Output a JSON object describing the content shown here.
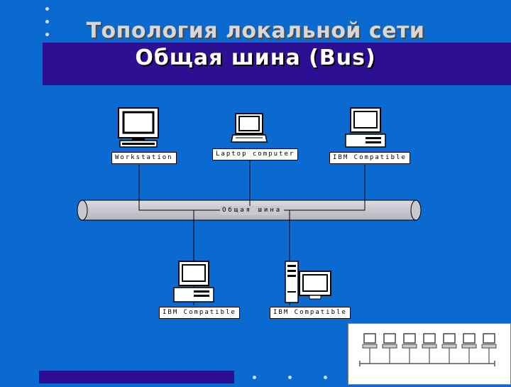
{
  "slide": {
    "title": "Топология локальной сети",
    "subtitle": "Общая шина (Bus)"
  },
  "diagram": {
    "bus_label": "Общая шина",
    "nodes": [
      {
        "id": "workstation",
        "label": "Workstation",
        "icon": "workstation-icon"
      },
      {
        "id": "laptop",
        "label": "Laptop computer",
        "icon": "laptop-icon"
      },
      {
        "id": "ibm-top",
        "label": "IBM Compatible",
        "icon": "desktop-pc-icon"
      },
      {
        "id": "ibm-bottom-left",
        "label": "IBM Compatible",
        "icon": "desktop-pc-icon"
      },
      {
        "id": "ibm-bottom-right",
        "label": "IBM Compatible",
        "icon": "tower-pc-icon"
      }
    ]
  },
  "colors": {
    "background": "#0a6acf",
    "bar": "#2d0f93",
    "bus": "#c8c8d0"
  }
}
